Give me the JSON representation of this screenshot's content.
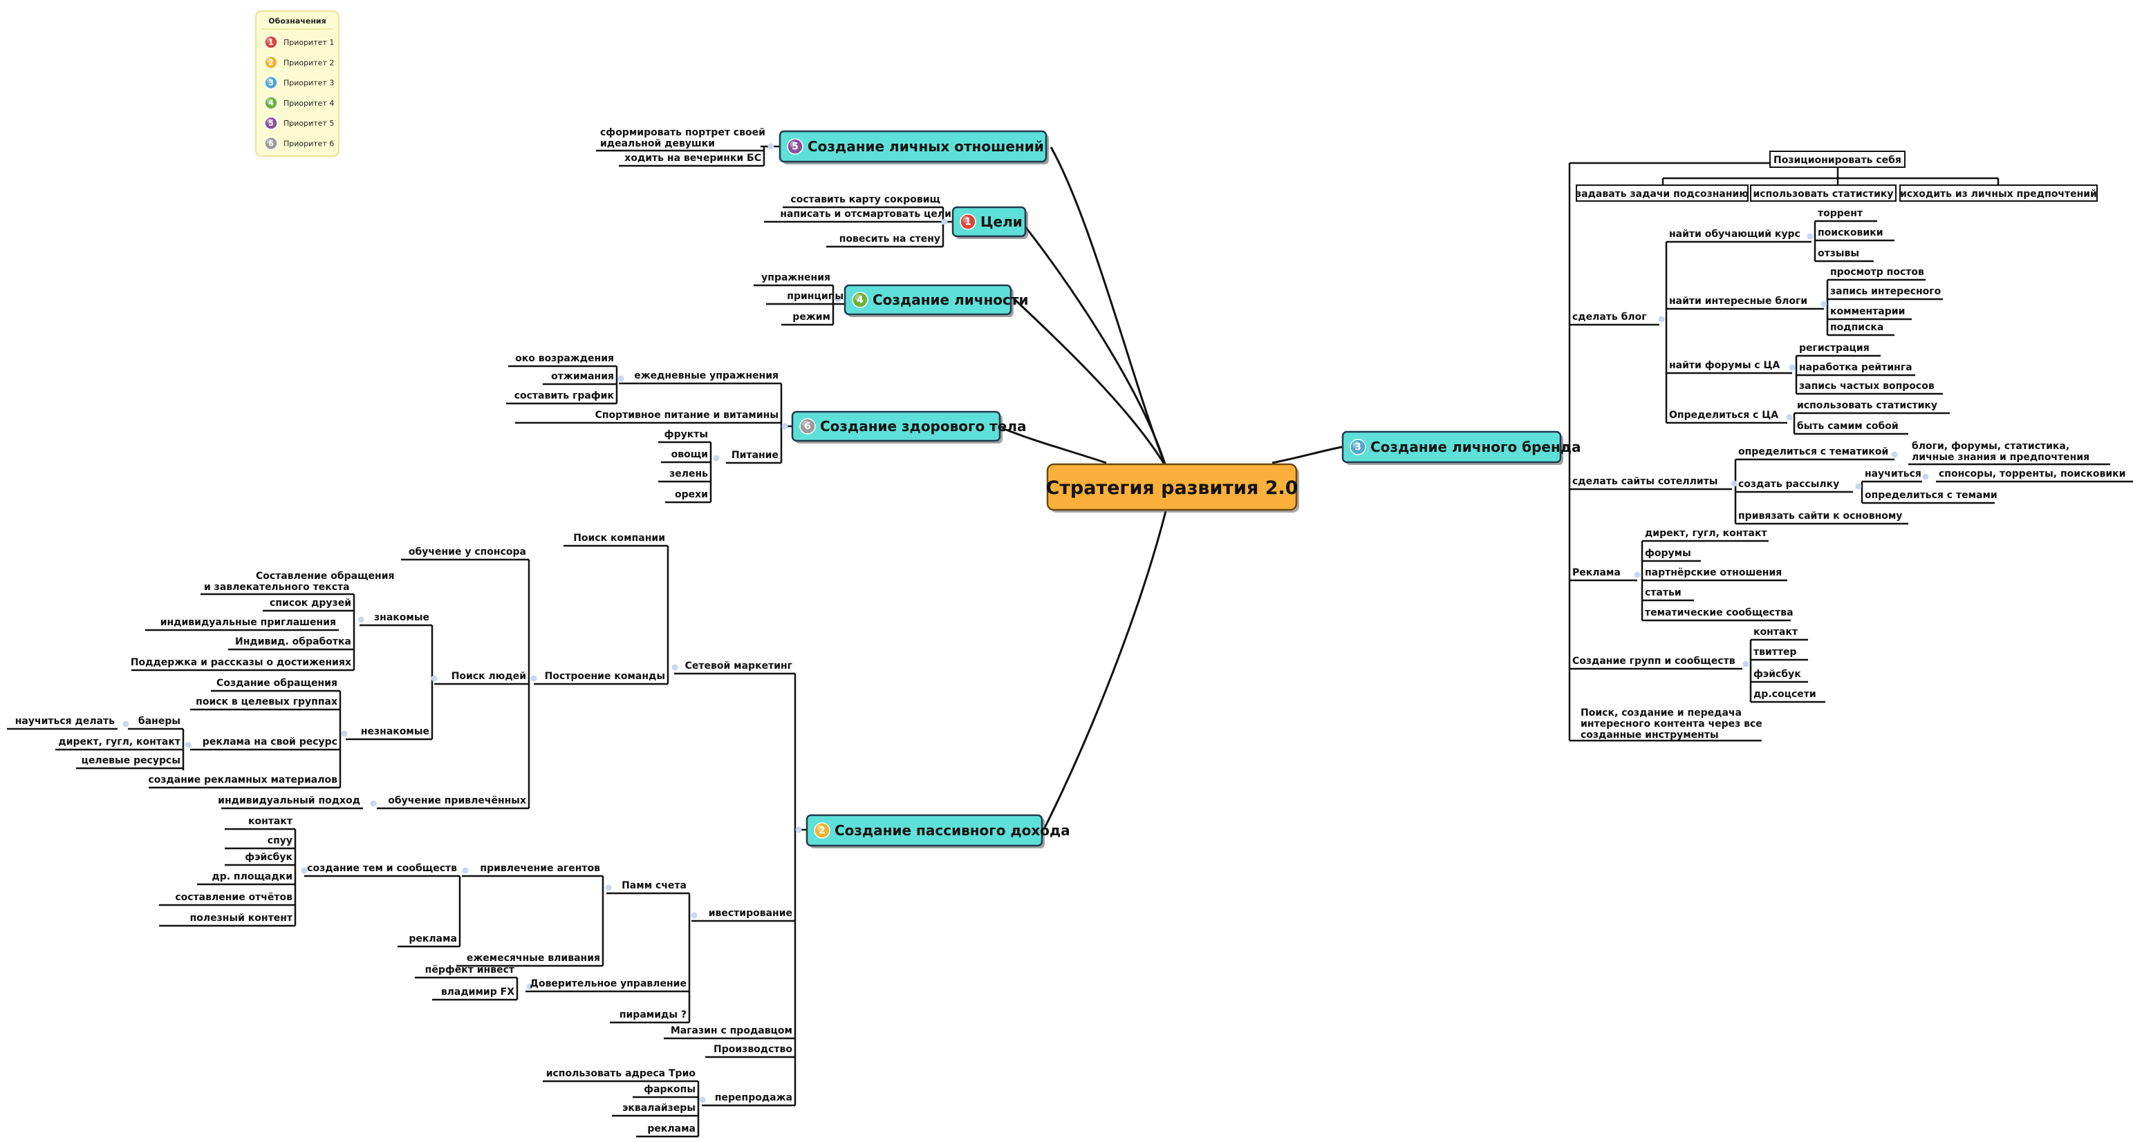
{
  "central": "Стратегия развития 2.0",
  "legend": {
    "title": "Обозначения",
    "items": [
      {
        "label": "Приоритет 1",
        "color": "#d9463a",
        "num": "1"
      },
      {
        "label": "Приоритет 2",
        "color": "#f0b32a",
        "num": "2"
      },
      {
        "label": "Приоритет 3",
        "color": "#4fa7d0",
        "num": "3"
      },
      {
        "label": "Приоритет 4",
        "color": "#6cb23c",
        "num": "4"
      },
      {
        "label": "Приоритет 5",
        "color": "#8a4fa0",
        "num": "5"
      },
      {
        "label": "Приоритет 6",
        "color": "#9a9a9a",
        "num": "6"
      }
    ]
  },
  "topics": {
    "relations": {
      "label": "Создание личных отношений",
      "priority": "5",
      "items": [
        "сформировать портрет своей",
        "идеальной девушки",
        "ходить на вечеринки БС"
      ]
    },
    "goals": {
      "label": "Цели",
      "priority": "1",
      "items": [
        "составить карту сокровищ",
        "написать и отсмартовать цели",
        "повесить на стену"
      ]
    },
    "personality": {
      "label": "Создание личности",
      "priority": "4",
      "items": [
        "упражнения",
        "принципы",
        "режим"
      ]
    },
    "health": {
      "label": "Создание здорового тела",
      "priority": "6",
      "daily": "ежедневные упражнения",
      "daily_items": [
        "око возраждения",
        "отжимания",
        "составить график"
      ],
      "sport": "Спортивное питание и витамины",
      "food": "Питание",
      "food_items": [
        "фрукты",
        "овощи",
        "зелень",
        "орехи"
      ]
    },
    "brand": {
      "label": "Создание личного бренда",
      "priority": "3",
      "position": "Позиционировать себя",
      "position_items": [
        "задавать задачи подсознанию",
        "использовать статистику",
        "исходить из личных предпочтений"
      ],
      "blog": "сделать блог",
      "course": "найти обучающий курс",
      "course_items": [
        "торрент",
        "поисковики",
        "отзывы"
      ],
      "blogs": "найти интересные блоги",
      "blogs_items": [
        "просмотр постов",
        "запись интересного",
        "комментарии",
        "подписка"
      ],
      "forums": "найти форумы с ЦА",
      "forums_items": [
        "регистрация",
        "наработка рейтинга",
        "запись частых вопросов"
      ],
      "ca": "Определиться с ЦА",
      "ca_items": [
        "использовать статистику",
        "быть самим собой"
      ],
      "sat": "сделать сайты сотеллиты",
      "theme": "определиться с тематикой",
      "theme_note1": "блоги, форумы, статистика,",
      "theme_note2": "личные знания и предпочтения",
      "mail": "создать рассылку",
      "learn": "научиться",
      "learn_note": "спонсоры, торренты, поисковики",
      "mail_theme": "определиться с темами",
      "bind": "привязать сайти к основному",
      "ads": "Реклама",
      "ads_items": [
        "директ, гугл, контакт",
        "форумы",
        "партнёрские отношения",
        "статьи",
        "тематические сообщества"
      ],
      "groups": "Создание групп и сообществ",
      "groups_items": [
        "контакт",
        "твиттер",
        "фэйсбук",
        "др.соцсети"
      ],
      "content1": "Поиск, создание и передача",
      "content2": "интересного контента через все",
      "content3": "созданные инструменты"
    },
    "passive": {
      "label": "Создание пассивного дохода",
      "priority": "2",
      "network": "Сетевой маркетинг",
      "company": "Поиск компании",
      "team": "Построение команды",
      "sponsor": "обучение у спонсора",
      "people": "Поиск людей",
      "known": "знакомые",
      "known_items": [
        "Составление обращения",
        "и завлекательного текста",
        "список друзей",
        "индивидуальные приглашения",
        "Индивид. обработка",
        "Поддержка и рассказы о достижениях"
      ],
      "unknown": "незнакомые",
      "unknown_items": [
        "Создание обращения",
        "поиск в целевых группах"
      ],
      "own": "реклама на свой ресурс",
      "own_items": [
        "директ, гугл, контакт",
        "целевые ресурсы"
      ],
      "banners": "банеры",
      "learn": "научиться делать",
      "materials": "создание рекламных материалов",
      "train": "обучение привлечённых",
      "indiv": "индивидуальный подход",
      "invest": "ивестирование",
      "pamm": "Памм счета",
      "agents": "привлечение агентов",
      "groups": "создание тем и сообществ",
      "groups_items": [
        "контакт",
        "спуу",
        "фэйсбук",
        "др. площадки",
        "составление отчётов",
        "полезный контент"
      ],
      "ad": "реклама",
      "monthly": "ежемесячные вливания",
      "trust": "Доверительное управление",
      "trust_items": [
        "пёрфект инвест",
        "владимир FX"
      ],
      "pyr": "пирамиды ?",
      "shop": "Магазин с продавцом",
      "prod": "Производство",
      "resale": "перепродажа",
      "resale_items": [
        "использовать адреса Трио",
        "фаркопы",
        "эквалайзеры",
        "реклама"
      ]
    }
  }
}
